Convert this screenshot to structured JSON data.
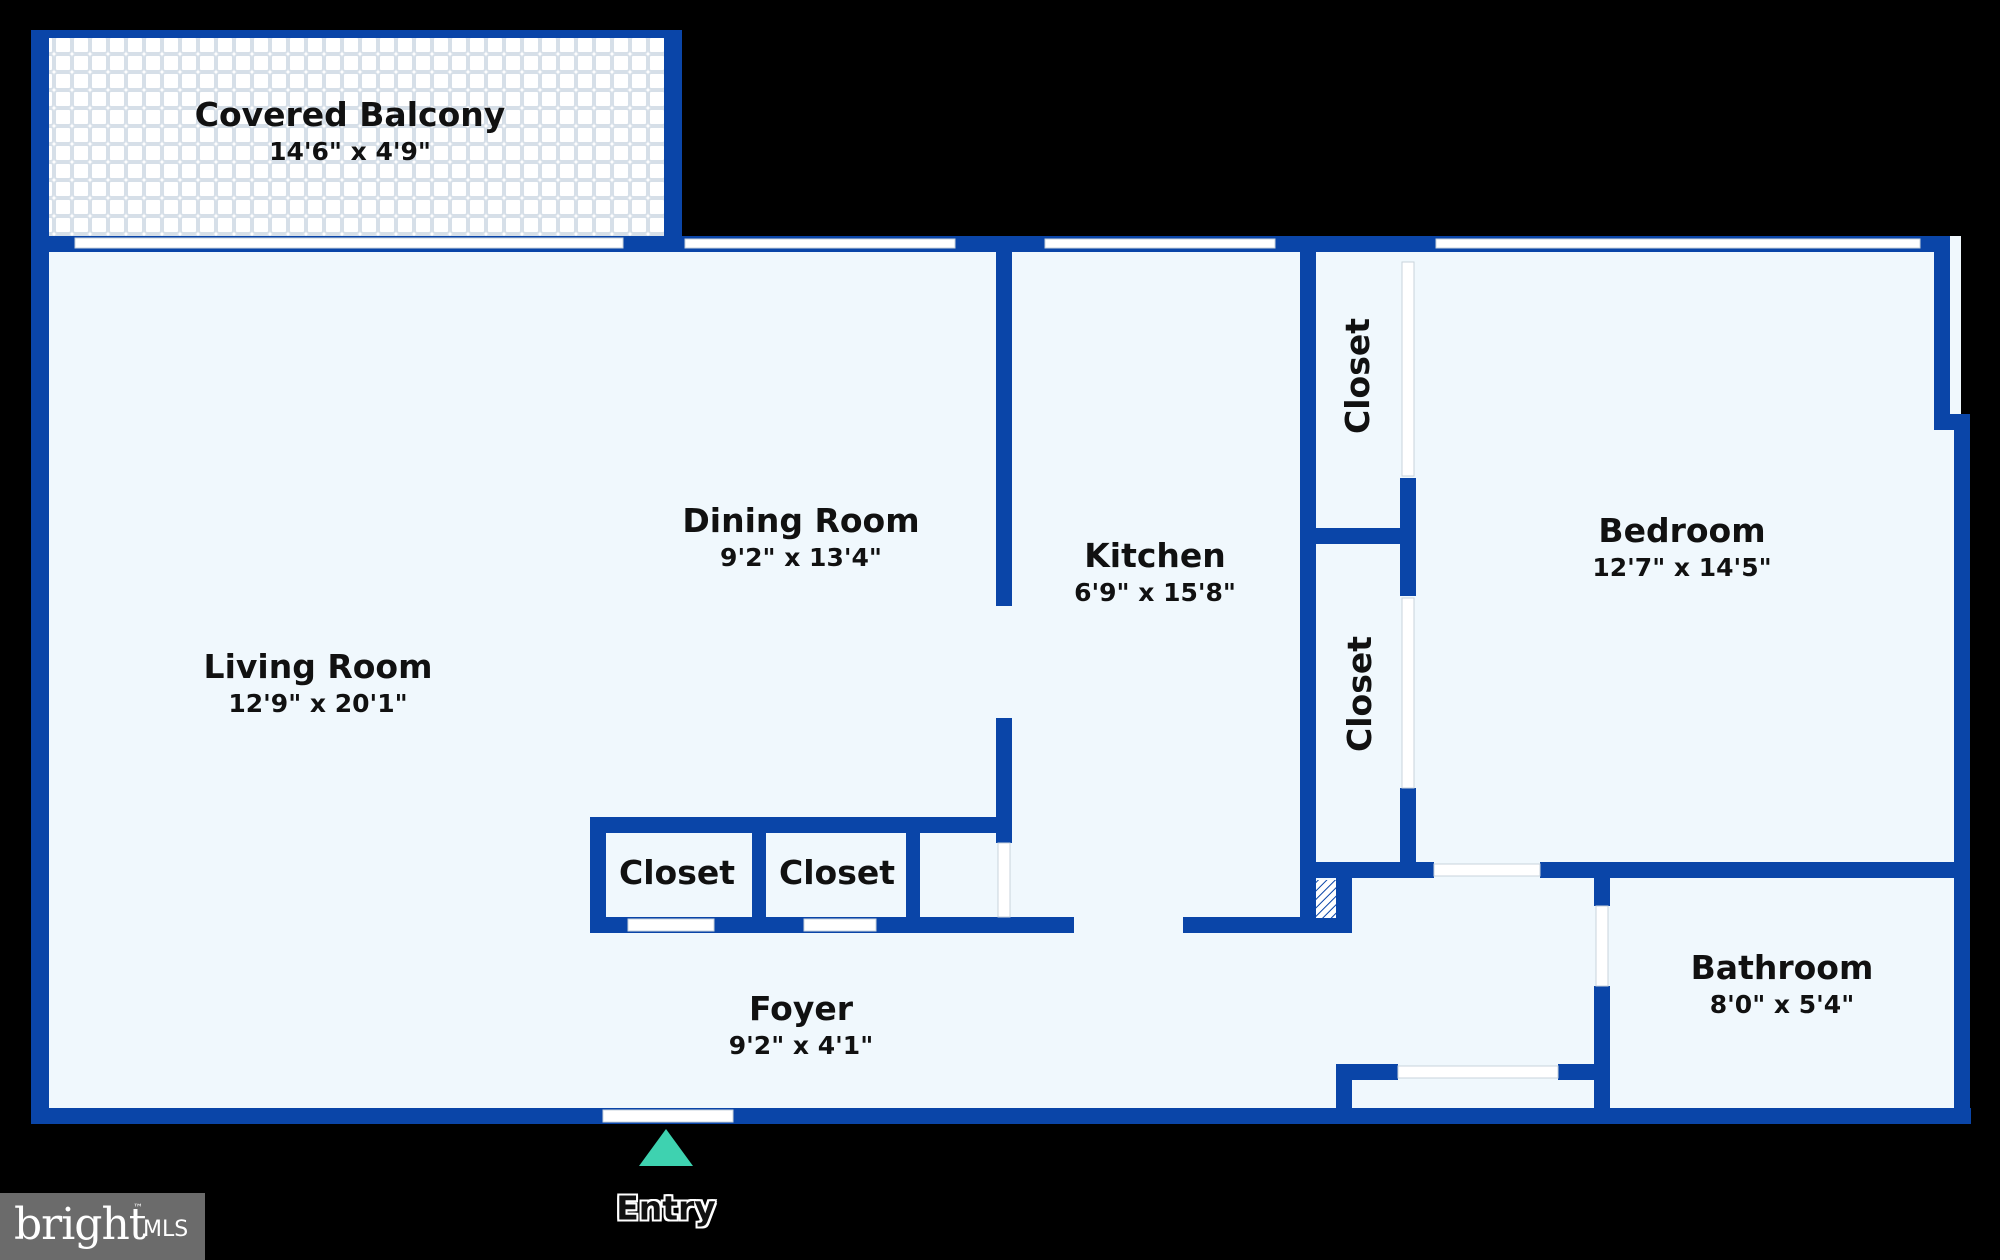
{
  "floor_plan": {
    "rooms": [
      {
        "id": "covered-balcony",
        "name": "Covered Balcony",
        "dims": "14'6\" x 4'9\""
      },
      {
        "id": "dining-room",
        "name": "Dining Room",
        "dims": "9'2\" x 13'4\""
      },
      {
        "id": "kitchen",
        "name": "Kitchen",
        "dims": "6'9\" x 15'8\""
      },
      {
        "id": "bedroom",
        "name": "Bedroom",
        "dims": "12'7\" x 14'5\""
      },
      {
        "id": "living-room",
        "name": "Living Room",
        "dims": "12'9\" x 20'1\""
      },
      {
        "id": "bathroom",
        "name": "Bathroom",
        "dims": "8'0\" x 5'4\""
      },
      {
        "id": "foyer",
        "name": "Foyer",
        "dims": "9'2\" x 4'1\""
      }
    ],
    "closets": [
      "Closet",
      "Closet",
      "Closet",
      "Closet"
    ],
    "entry_label": "Entry"
  },
  "brand": {
    "name": "bright",
    "trademark": "™",
    "suffix": "MLS"
  },
  "colors": {
    "background": "#000000",
    "wall": "#0a45a8",
    "floor": "#f0f8fd",
    "window": "#ffffff",
    "balcony_tile": "#d6dfe8",
    "entry_marker": "#3ed2b0",
    "text": "#111111"
  }
}
